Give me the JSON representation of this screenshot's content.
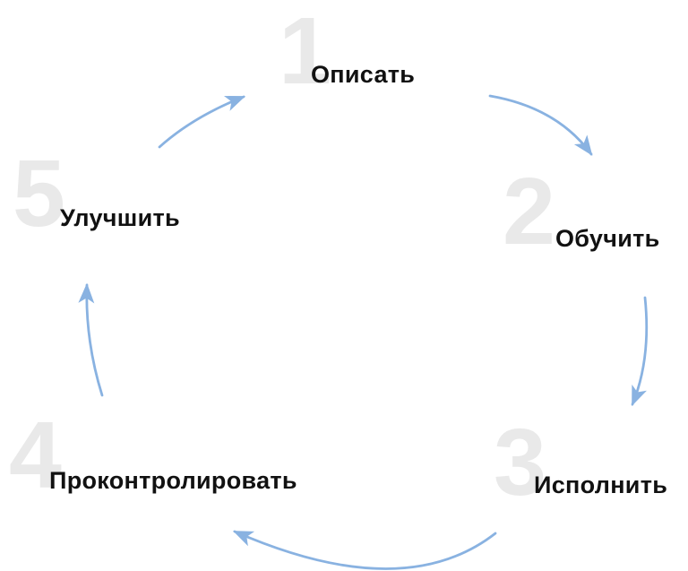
{
  "diagram": {
    "type": "cycle",
    "direction": "clockwise",
    "steps": [
      {
        "number": "1",
        "label": "Описать"
      },
      {
        "number": "2",
        "label": "Обучить"
      },
      {
        "number": "3",
        "label": "Исполнить"
      },
      {
        "number": "4",
        "label": "Проконтролировать"
      },
      {
        "number": "5",
        "label": "Улучшить"
      }
    ],
    "arrows": [
      {
        "from": "1",
        "to": "2"
      },
      {
        "from": "2",
        "to": "3"
      },
      {
        "from": "3",
        "to": "4"
      },
      {
        "from": "4",
        "to": "5"
      },
      {
        "from": "5",
        "to": "1"
      }
    ],
    "colors": {
      "background": "#ffffff",
      "number": "#e9e9e9",
      "label": "#111111",
      "arrow": "#89b2e1"
    }
  }
}
